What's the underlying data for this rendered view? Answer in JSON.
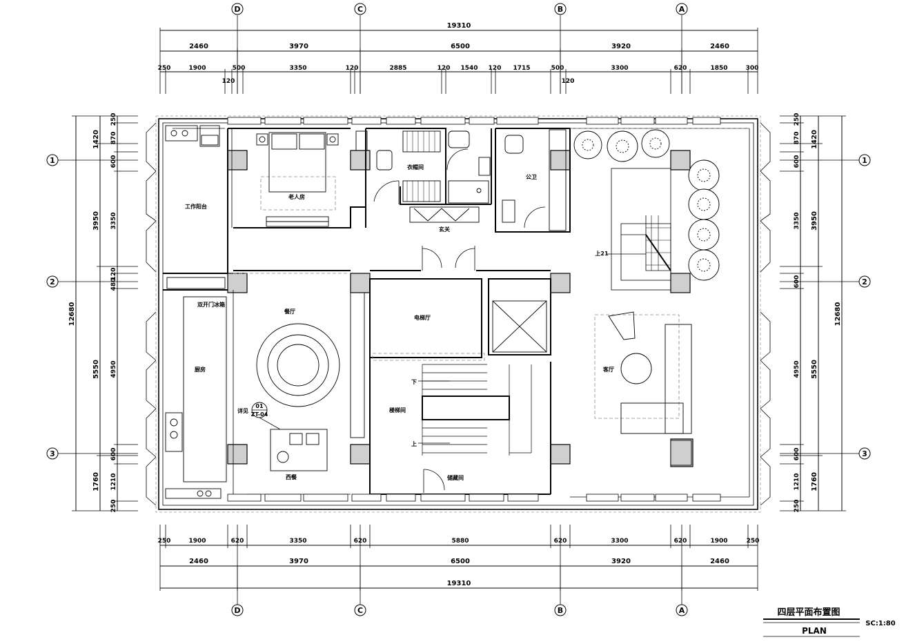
{
  "title": {
    "main": "四层平面布置图",
    "sub": "PLAN",
    "scale": "SC:1:80"
  },
  "axes": {
    "columns": [
      "D",
      "C",
      "B",
      "A"
    ],
    "rows": [
      "1",
      "2",
      "3"
    ]
  },
  "dims_top": {
    "total": "19310",
    "row2": [
      "2460",
      "3970",
      "6500",
      "3920",
      "2460"
    ],
    "row3": [
      "250",
      "1900",
      "500",
      "3350",
      "120",
      "2885",
      "120",
      "1540",
      "120",
      "1715",
      "500",
      "3300",
      "620",
      "1850",
      "300"
    ],
    "row3b": [
      "120",
      "120"
    ]
  },
  "dims_bottom": {
    "row1": [
      "250",
      "1900",
      "620",
      "3350",
      "620",
      "5880",
      "620",
      "3300",
      "620",
      "1900",
      "250"
    ],
    "row2": [
      "2460",
      "3970",
      "6500",
      "3920",
      "2460"
    ],
    "total": "19310"
  },
  "dims_left": {
    "total": "12680",
    "mid": [
      "1420",
      "3950",
      "5550",
      "1760"
    ],
    "inner": [
      "250",
      "870",
      "600",
      "3350",
      "120",
      "480",
      "4950",
      "600",
      "1210",
      "250"
    ]
  },
  "dims_right": {
    "total": "12680",
    "mid": [
      "1420",
      "3950",
      "5550",
      "1760"
    ],
    "inner": [
      "250",
      "870",
      "600",
      "3350",
      "600",
      "4950",
      "600",
      "1210",
      "250"
    ]
  },
  "rooms": {
    "work_balcony": "工作阳台",
    "elder_room": "老人房",
    "cloakroom": "衣帽间",
    "public_wc": "公卫",
    "foyer": "玄关",
    "fridge": "双开门冰箱",
    "dining": "餐厅",
    "elevator_hall": "电梯厅",
    "kitchen": "厨房",
    "stair_hall": "楼梯间",
    "living": "客厅",
    "water_bar": "西餐",
    "storage": "储藏间",
    "stair_up_label": "上21",
    "stair_down": "下",
    "stair_up": "上"
  },
  "detail_callout": {
    "label": "详见",
    "num": "01",
    "sheet": "ZT-04"
  }
}
